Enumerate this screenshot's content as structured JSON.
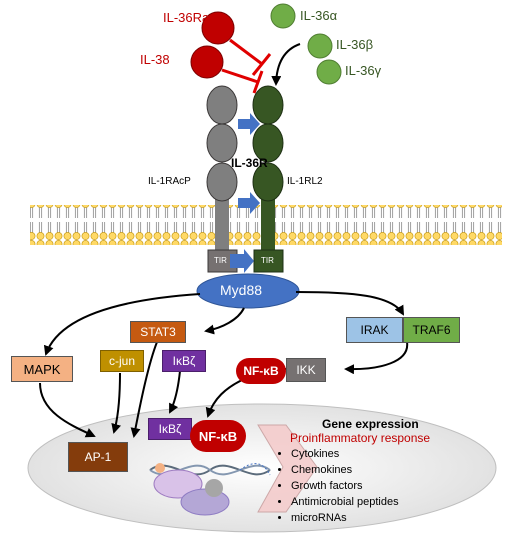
{
  "ligands": {
    "antagonists": [
      "IL-36Ra",
      "IL-38"
    ],
    "agonists": [
      "IL-36α",
      "IL-36β",
      "IL-36γ"
    ]
  },
  "receptor": {
    "complex": "IL-36R",
    "accessory": "IL-1RAcP",
    "chain": "IL-1RL2",
    "tir_left": "TIR",
    "tir_right": "TIR"
  },
  "adaptor": "Myd88",
  "signaling": {
    "mapk": "MAPK",
    "stat3": "STAT3",
    "cjun": "c-jun",
    "ikbz": "IκBζ",
    "irak": "IRAK",
    "traf6": "TRAF6",
    "nfkb": "NF-κB",
    "ikk": "IKK",
    "ap1": "AP-1",
    "nuc_ikbz": "IκBζ",
    "nuc_nfkb": "NF-κB"
  },
  "gene_expression": {
    "title": "Gene expression",
    "subtitle": "Proinflammatory response",
    "items": [
      "Cytokines",
      "Chemokines",
      "Growth factors",
      "Antimicrobial peptides",
      "microRNAs"
    ]
  },
  "colors": {
    "antagonist": "#c00000",
    "agonist": "#70ad47",
    "accessory": "#7f7f7f",
    "chain": "#375623",
    "myd88": "#4472c4",
    "arrow_blue": "#4472c4",
    "mapk": "#f4b183",
    "stat3": "#c55a11",
    "cjun": "#bf9000",
    "ikbz": "#7030a0",
    "irak": "#9dc3e6",
    "traf6": "#70ad47",
    "nfkb": "#c00000",
    "ikk": "#767171",
    "ap1": "#843c0c"
  }
}
